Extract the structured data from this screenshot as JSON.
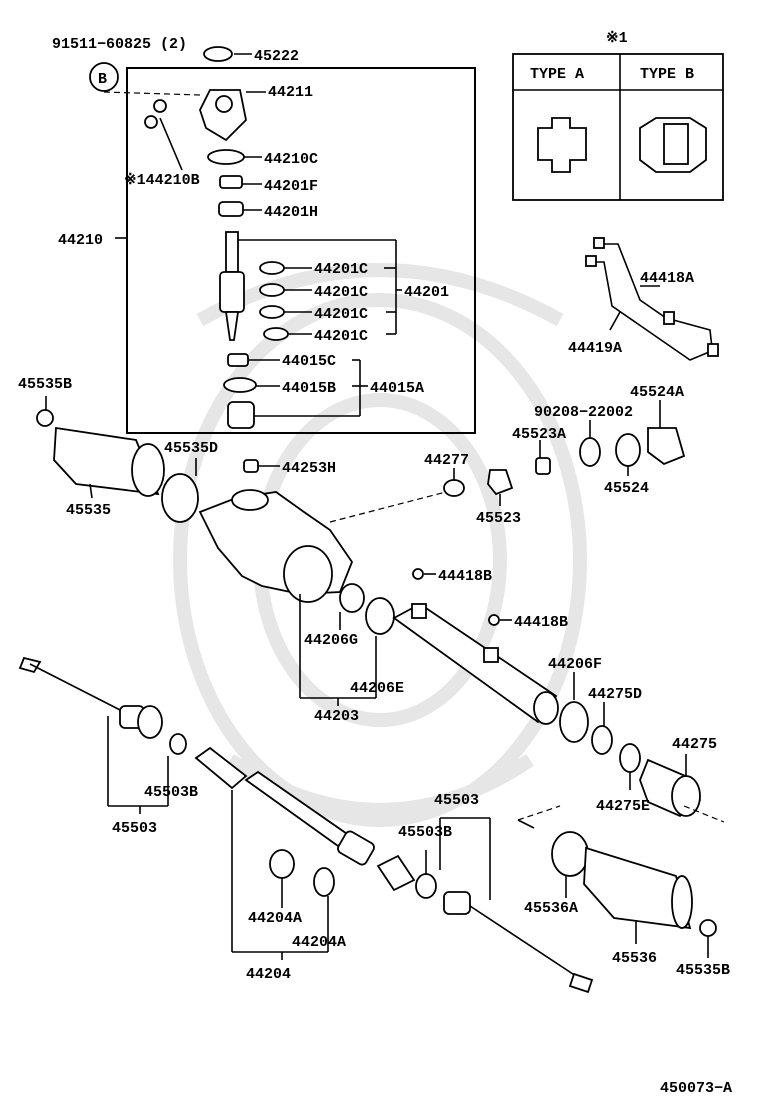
{
  "labels": {
    "l91511": "91511−60825 (2)",
    "lB": "B",
    "l45222": "45222",
    "l44211": "44211",
    "l44210C": "44210C",
    "l44210B": "※144210B",
    "l44201F": "44201F",
    "l44201H": "44201H",
    "l44210": "44210",
    "l44201C_1": "44201C",
    "l44201C_2": "44201C",
    "l44201C_3": "44201C",
    "l44201C_4": "44201C",
    "l44201": "44201",
    "l44015C": "44015C",
    "l44015B": "44015B",
    "l44015A": "44015A",
    "l45535B_top": "45535B",
    "l45535D": "45535D",
    "l45535": "45535",
    "l44253H": "44253H",
    "l44277": "44277",
    "l45523": "45523",
    "l45523A": "45523A",
    "l90208": "90208−22002",
    "l45524A": "45524A",
    "l45524": "45524",
    "l44418A": "44418A",
    "l44419A": "44419A",
    "l44418B_1": "44418B",
    "l44418B_2": "44418B",
    "l44206G": "44206G",
    "l44206E": "44206E",
    "l44203": "44203",
    "l44206F": "44206F",
    "l44275D": "44275D",
    "l44275": "44275",
    "l44275E": "44275E",
    "l45503B_1": "45503B",
    "l45503_1": "45503",
    "l45503_2": "45503",
    "l45503B_2": "45503B",
    "l44204A_1": "44204A",
    "l44204A_2": "44204A",
    "l44204": "44204",
    "l45536A": "45536A",
    "l45536": "45536",
    "l45535B_bot": "45535B",
    "footer": "450073−A"
  },
  "type_box": {
    "note": "※1",
    "type_a": "TYPE A",
    "type_b": "TYPE B"
  }
}
